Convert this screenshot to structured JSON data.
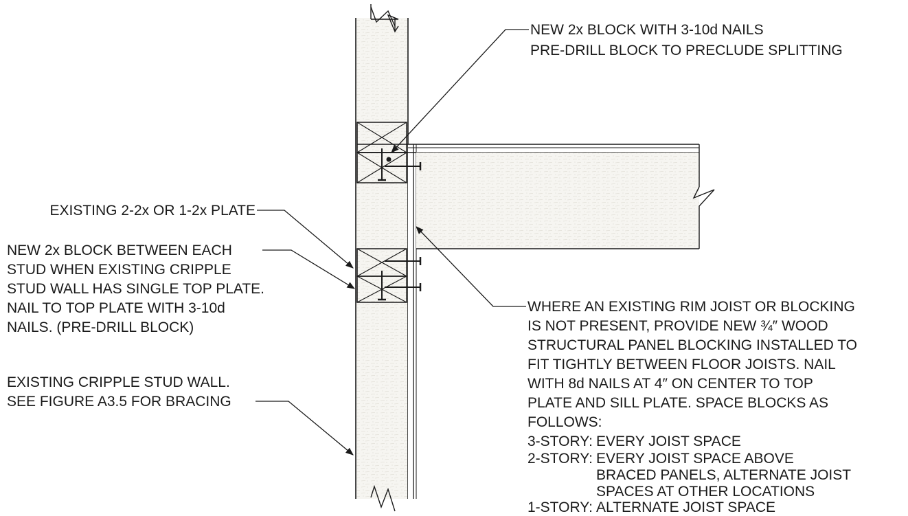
{
  "callouts": {
    "new_block_top": {
      "lines": [
        "NEW 2x BLOCK WITH 3-10d NAILS",
        "PRE-DRILL BLOCK TO PRECLUDE SPLITTING"
      ]
    },
    "existing_plate": {
      "lines": [
        "EXISTING 2-2x OR 1-2x PLATE"
      ]
    },
    "new_block_between": {
      "lines": [
        "NEW 2x BLOCK BETWEEN EACH",
        "STUD WHEN EXISTING CRIPPLE",
        "STUD WALL HAS SINGLE TOP PLATE.",
        "NAIL TO TOP PLATE WITH 3-10d",
        "NAILS. (PRE-DRILL BLOCK)"
      ]
    },
    "cripple_wall": {
      "lines": [
        "EXISTING CRIPPLE STUD WALL.",
        "SEE FIGURE A3.5 FOR BRACING"
      ]
    },
    "rim_joist": {
      "lines": [
        "WHERE AN EXISTING RIM JOIST OR BLOCKING",
        "IS NOT PRESENT, PROVIDE NEW ¾″ WOOD",
        "STRUCTURAL PANEL BLOCKING INSTALLED TO",
        "FIT TIGHTLY BETWEEN FLOOR JOISTS. NAIL",
        "WITH 8d NAILS AT 4″ ON CENTER TO TOP",
        "PLATE AND SILL PLATE. SPACE BLOCKS AS",
        "FOLLOWS:"
      ],
      "schedule": [
        {
          "story": "3-STORY:",
          "lines": [
            "EVERY JOIST SPACE"
          ]
        },
        {
          "story": "2-STORY:",
          "lines": [
            "EVERY JOIST SPACE ABOVE",
            "BRACED PANELS, ALTERNATE JOIST",
            "SPACES AT OTHER LOCATIONS"
          ]
        },
        {
          "story": "1-STORY:",
          "lines": [
            "ALTERNATE JOIST SPACE"
          ]
        }
      ]
    }
  }
}
